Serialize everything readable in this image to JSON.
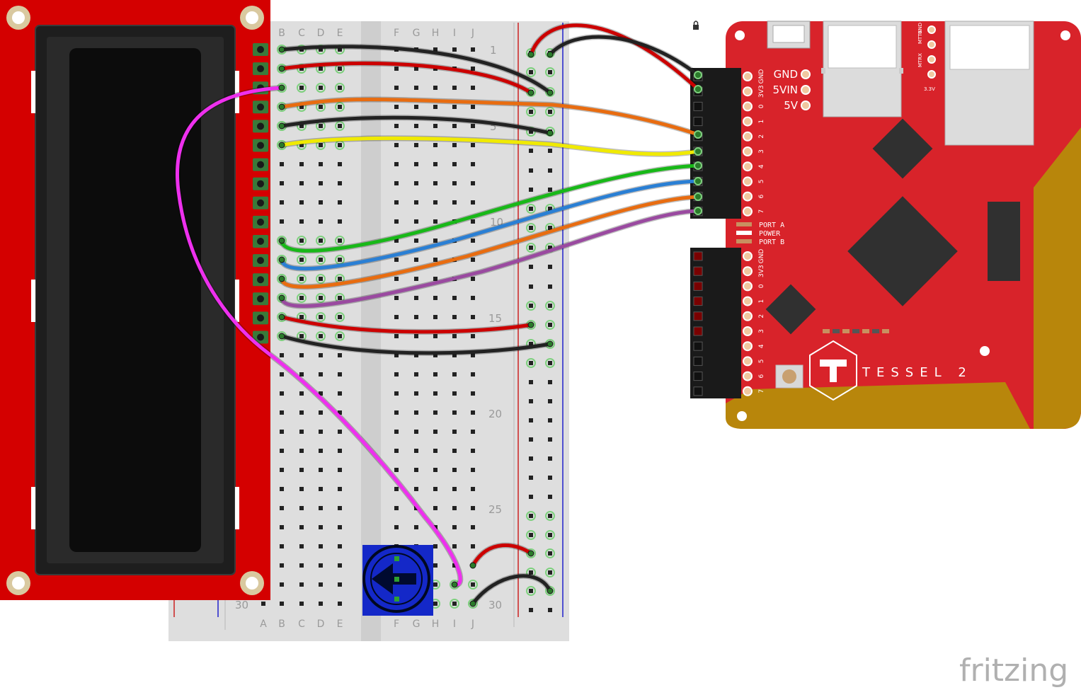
{
  "breadboard": {
    "col_letters_left": [
      "A",
      "B",
      "C",
      "D",
      "E"
    ],
    "col_letters_right": [
      "F",
      "G",
      "H",
      "I",
      "J"
    ],
    "row_numbers": [
      "1",
      "5",
      "10",
      "15",
      "20",
      "25",
      "30"
    ]
  },
  "tessel": {
    "name": "TESSEL 2",
    "power_labels": [
      "GND",
      "5VIN",
      "5V"
    ],
    "header_labels": [
      "GND",
      "3V3",
      "0",
      "1",
      "2",
      "3",
      "4",
      "5",
      "6",
      "7"
    ],
    "status_labels": [
      "PORT A",
      "POWER",
      "PORT B"
    ],
    "uart_labels": [
      "MTRX",
      "MTTX",
      "GND"
    ],
    "uart_voltage": "3.3V"
  },
  "watermark": "fritzing",
  "colors": {
    "lcd_board": "#d40000",
    "tessel_board": "#d8232a",
    "tessel_gold": "#b8860b",
    "pot": "#1428c8",
    "wire_red": "#cc0000",
    "wire_black": "#222222",
    "wire_orange": "#e86c10",
    "wire_yellow": "#f0ea00",
    "wire_green": "#18b818",
    "wire_blue": "#2a7fd4",
    "wire_purple": "#9a4aa0",
    "wire_magenta": "#ee30ee"
  }
}
